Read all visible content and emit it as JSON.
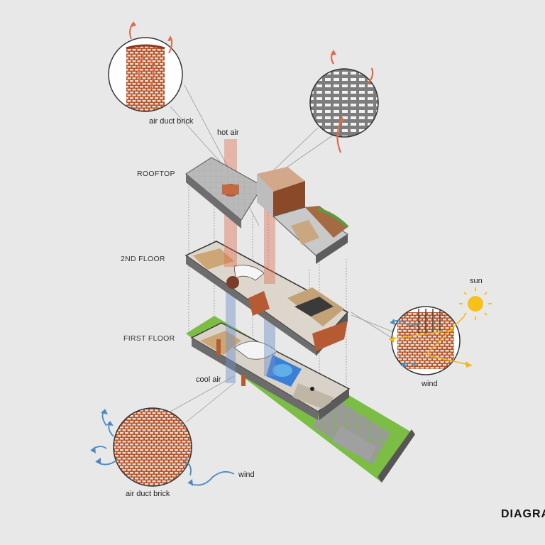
{
  "labels": {
    "air_duct_brick_top": "air duct brick",
    "hot_air": "hot air",
    "rooftop": "ROOFTOP",
    "second_floor": "2ND FLOOR",
    "first_floor": "FIRST FLOOR",
    "cool_air": "cool air",
    "air_duct_brick_bottom": "air duct brick",
    "wind_bottom": "wind",
    "sun": "sun",
    "wind_right": "wind",
    "title": "DIAGRA"
  },
  "colors": {
    "background": "#e8e8e8",
    "brick": "#c0643a",
    "hot_air": "#e2694a",
    "cool_air": "#6f93c9",
    "wind": "#4e8ac1",
    "sun": "#f6c21a",
    "grass": "#7cbd45",
    "slab": "#8c8c8c"
  }
}
